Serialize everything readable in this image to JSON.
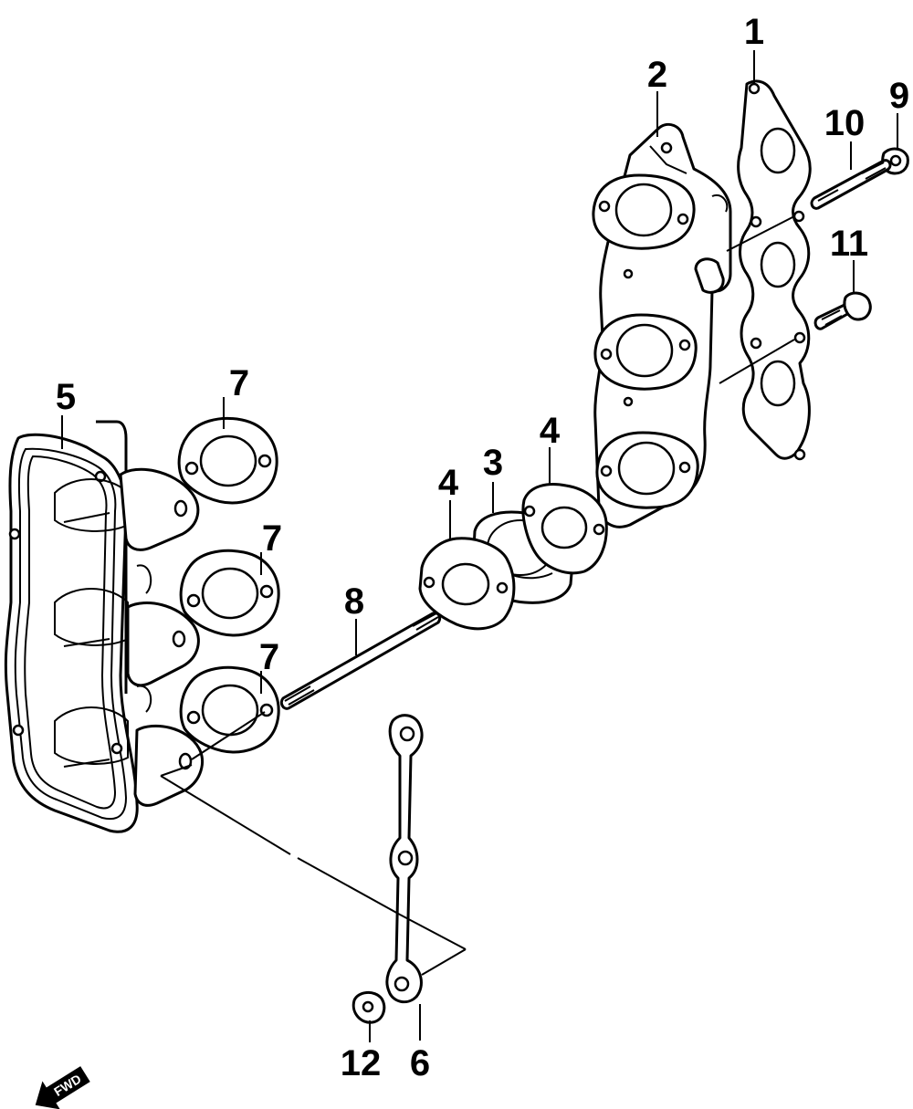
{
  "callouts": {
    "c1": "1",
    "c2": "2",
    "c3": "3",
    "c4a": "4",
    "c4b": "4",
    "c5": "5",
    "c6": "6",
    "c7a": "7",
    "c7b": "7",
    "c7c": "7",
    "c8": "8",
    "c9": "9",
    "c10": "10",
    "c11": "11",
    "c12": "12"
  },
  "fwd_label": "FWD"
}
